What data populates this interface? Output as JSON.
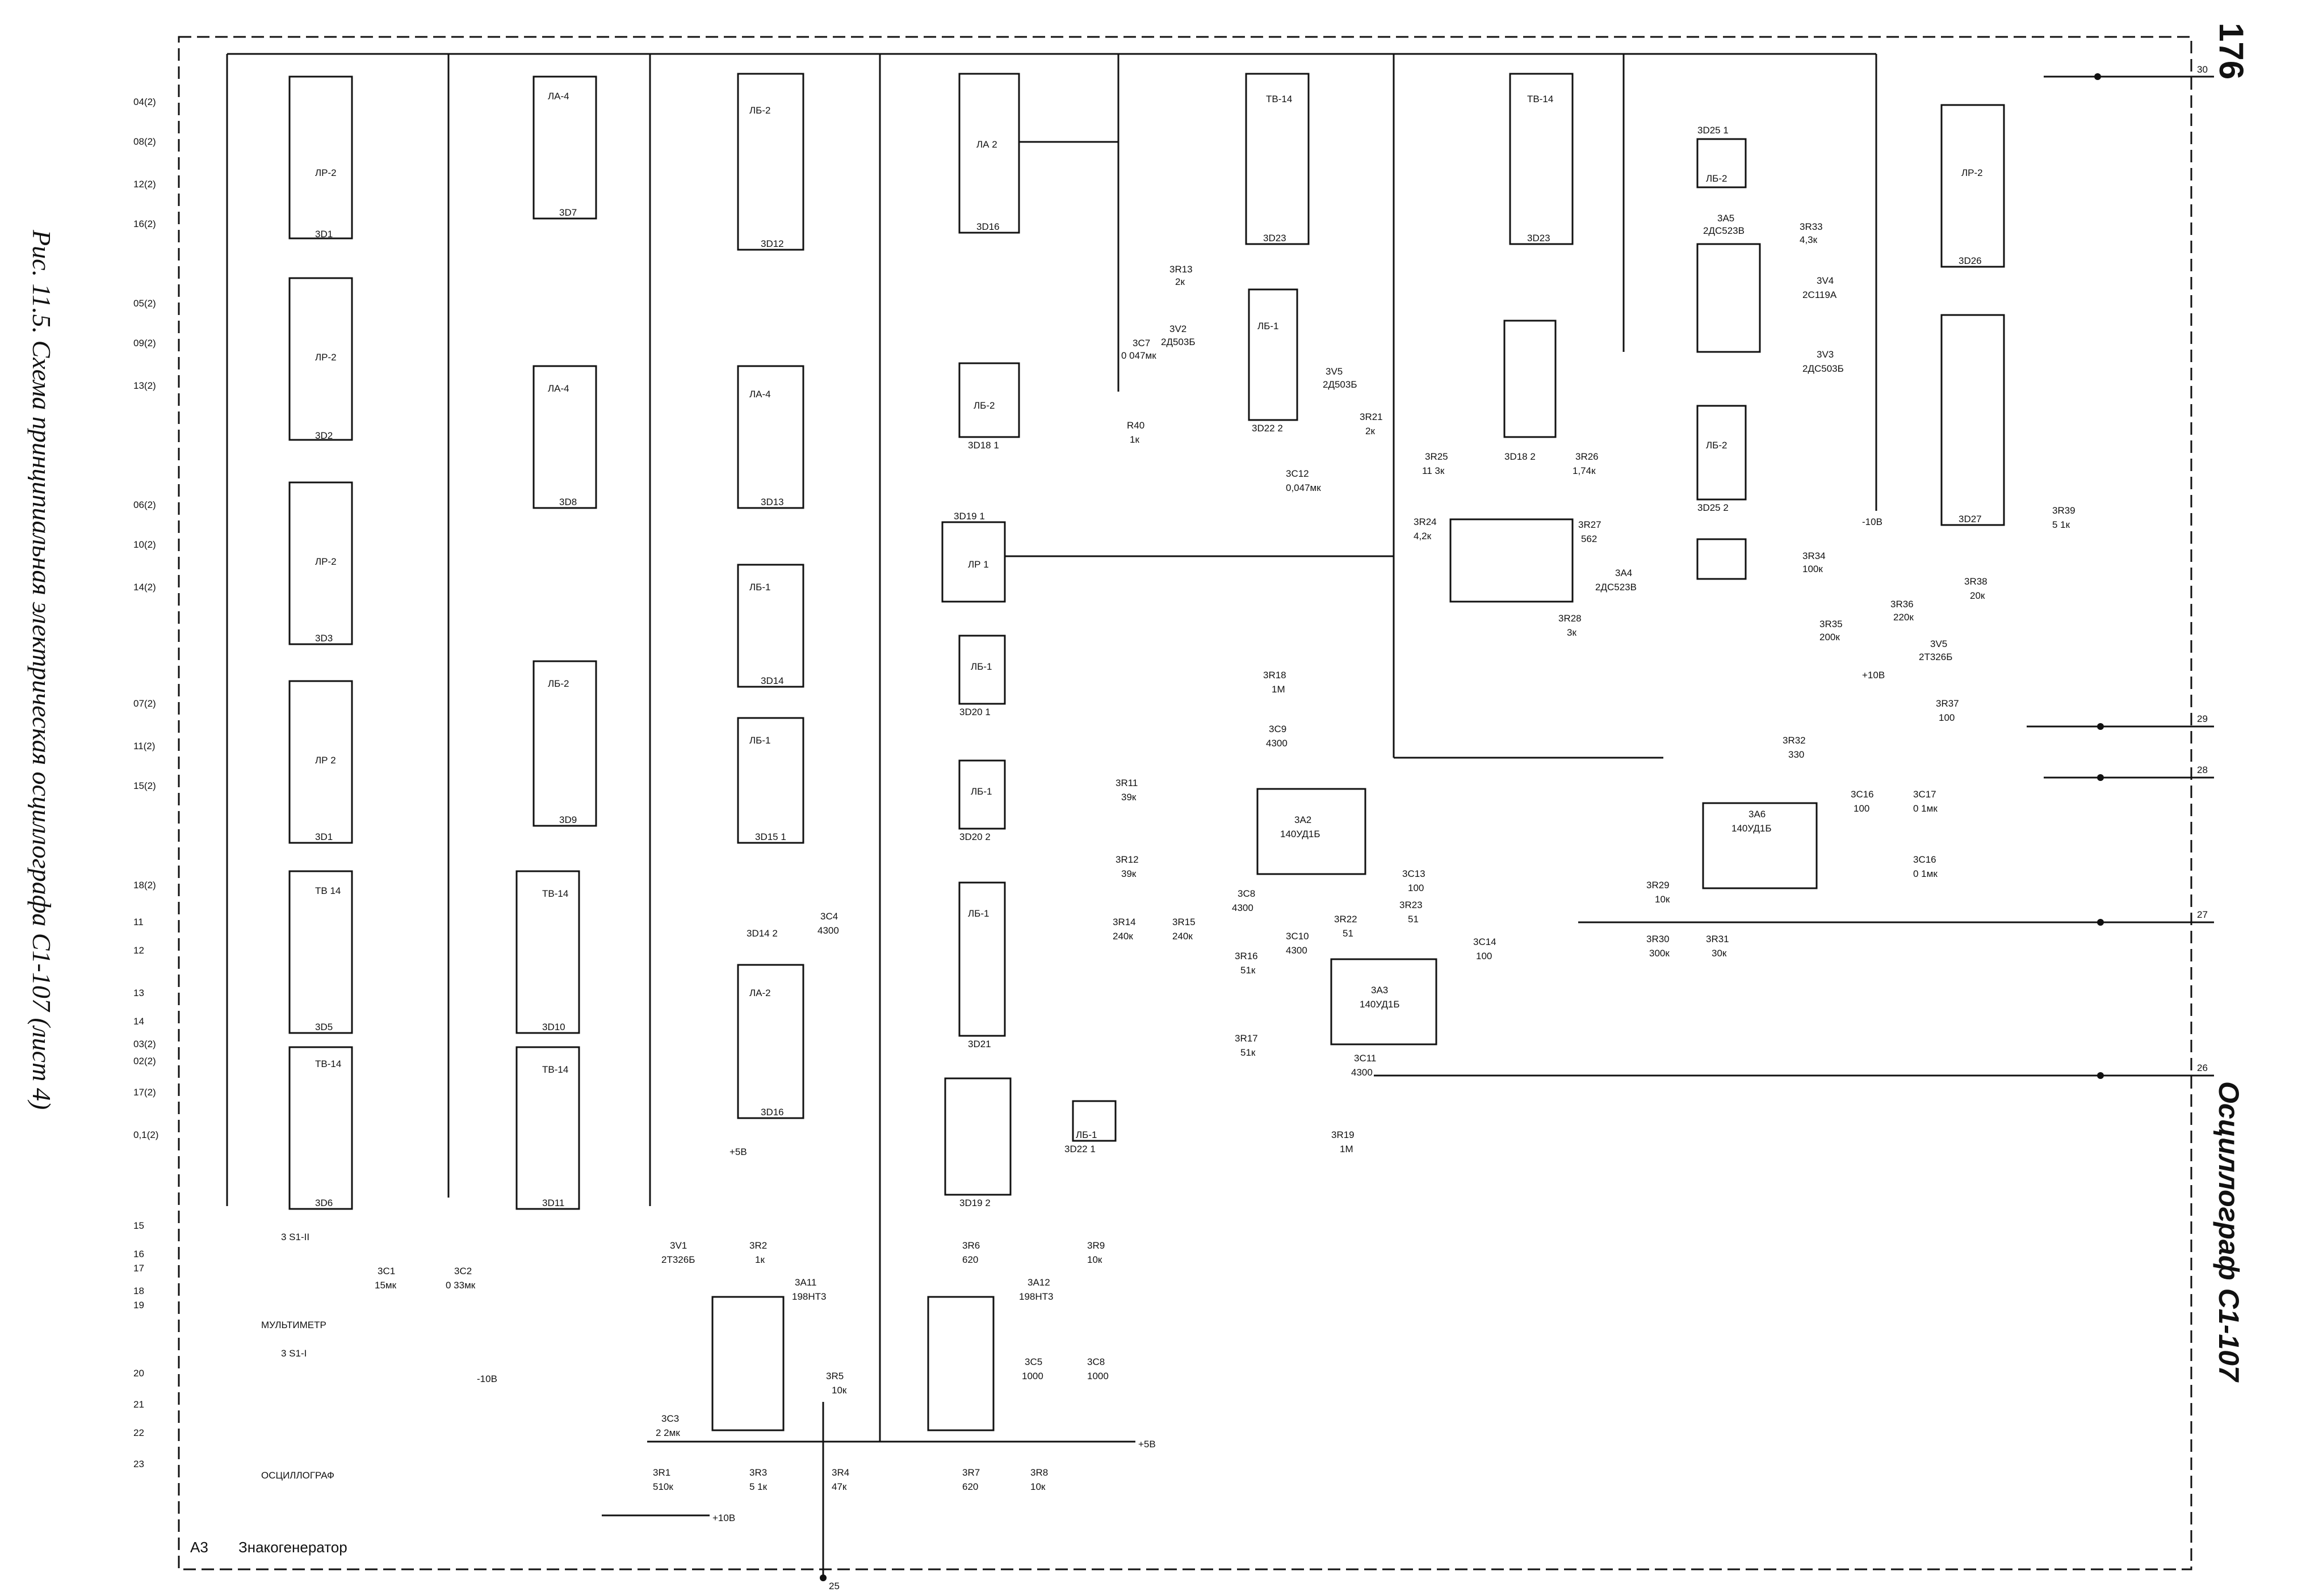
{
  "caption": "Рис. 11.5. Схема принципиальная электрическая осциллографа С1-107 (лист 4)",
  "page_number": "176",
  "side_title": "Осциллограф С1-107",
  "block": {
    "id": "A3",
    "name": "Знакогенератор"
  },
  "gates": [
    {
      "ref": "3D1",
      "type": "ЛР-2"
    },
    {
      "ref": "3D2",
      "type": "ЛР-2"
    },
    {
      "ref": "3D3",
      "type": "ЛР-2"
    },
    {
      "ref": "3D1",
      "type": "ЛР 2"
    },
    {
      "ref": "3D5",
      "type": "ТВ 14"
    },
    {
      "ref": "3D6",
      "type": "ТВ-14"
    },
    {
      "ref": "3D7",
      "type": "ЛА-4"
    },
    {
      "ref": "3D8",
      "type": "ЛА-4"
    },
    {
      "ref": "3D9",
      "type": "ЛБ-2"
    },
    {
      "ref": "3D10",
      "type": "ТВ-14"
    },
    {
      "ref": "3D11",
      "type": "ТВ-14"
    },
    {
      "ref": "3D12",
      "type": "ЛБ-2"
    },
    {
      "ref": "3D13",
      "type": "ЛА-4"
    },
    {
      "ref": "3D14",
      "type": "ЛБ-1"
    },
    {
      "ref": "3D15 1",
      "type": "ЛБ-1"
    },
    {
      "ref": "3D14 2",
      "type": ""
    },
    {
      "ref": "3D16",
      "type": "ЛА-2"
    },
    {
      "ref": "3D16",
      "type": "ЛА 2"
    },
    {
      "ref": "3D18 1",
      "type": "ЛБ-2"
    },
    {
      "ref": "3D19 1",
      "type": "ЛР 1"
    },
    {
      "ref": "3D20 1",
      "type": "ЛБ-1"
    },
    {
      "ref": "3D20 2",
      "type": "ЛБ-1"
    },
    {
      "ref": "3D21",
      "type": "ЛБ-1"
    },
    {
      "ref": "3D19 2",
      "type": ""
    },
    {
      "ref": "3D22 1",
      "type": "ЛБ-1"
    },
    {
      "ref": "3D22 2",
      "type": "ЛБ-1"
    },
    {
      "ref": "3D23",
      "type": "ТВ-14"
    },
    {
      "ref": "3D23",
      "type": "ТВ-14"
    },
    {
      "ref": "3D18 2",
      "type": ""
    },
    {
      "ref": "3D25 1",
      "type": "ЛБ-2"
    },
    {
      "ref": "3D25 2",
      "type": "ЛБ-2"
    },
    {
      "ref": "3D26",
      "type": "ЛР-2"
    },
    {
      "ref": "3D27",
      "type": ""
    }
  ],
  "opamps": [
    {
      "ref": "3A2",
      "type": "140УД1Б"
    },
    {
      "ref": "3A3",
      "type": "140УД1Б"
    },
    {
      "ref": "3A6",
      "type": "140УД1Б"
    },
    {
      "ref": "3A11",
      "type": "198НТ3"
    },
    {
      "ref": "3A12",
      "type": "198НТ3"
    }
  ],
  "diode_arrays": [
    {
      "ref": "3A5",
      "type": "2ДС523В"
    },
    {
      "ref": "3A4",
      "type": "2ДС523В"
    }
  ],
  "resistors": [
    {
      "ref": "3R13",
      "value": "2к"
    },
    {
      "ref": "R40",
      "value": "1к"
    },
    {
      "ref": "3R21",
      "value": "2к"
    },
    {
      "ref": "3R25",
      "value": "11 3к"
    },
    {
      "ref": "3R24",
      "value": "4,2к"
    },
    {
      "ref": "3R26",
      "value": "1,74к"
    },
    {
      "ref": "3R27",
      "value": "562"
    },
    {
      "ref": "3R28",
      "value": "3к"
    },
    {
      "ref": "3R33",
      "value": "4,3к"
    },
    {
      "ref": "3R34",
      "value": "100к"
    },
    {
      "ref": "3R35",
      "value": "200к"
    },
    {
      "ref": "3R36",
      "value": "220к"
    },
    {
      "ref": "3R38",
      "value": "20к"
    },
    {
      "ref": "3R39",
      "value": "5 1к"
    },
    {
      "ref": "3R37",
      "value": "100"
    },
    {
      "ref": "3R18",
      "value": "1М"
    },
    {
      "ref": "3R11",
      "value": "39к"
    },
    {
      "ref": "3R12",
      "value": "39к"
    },
    {
      "ref": "3R14",
      "value": "240к"
    },
    {
      "ref": "3R15",
      "value": "240к"
    },
    {
      "ref": "3R22",
      "value": "51"
    },
    {
      "ref": "3R16",
      "value": "51к"
    },
    {
      "ref": "3R17",
      "value": "51к"
    },
    {
      "ref": "3R23",
      "value": "51"
    },
    {
      "ref": "3R19",
      "value": "1М"
    },
    {
      "ref": "3R32",
      "value": "330"
    },
    {
      "ref": "3R29",
      "value": "10к"
    },
    {
      "ref": "3R30",
      "value": "300к"
    },
    {
      "ref": "3R31",
      "value": "30к"
    },
    {
      "ref": "3R2",
      "value": "1к"
    },
    {
      "ref": "3R1",
      "value": "510к"
    },
    {
      "ref": "3R3",
      "value": "5 1к"
    },
    {
      "ref": "3R5",
      "value": "10к"
    },
    {
      "ref": "3R4",
      "value": "47к"
    },
    {
      "ref": "3R6",
      "value": "620"
    },
    {
      "ref": "3R7",
      "value": "620"
    },
    {
      "ref": "3R9",
      "value": "10к"
    },
    {
      "ref": "3R8",
      "value": "10к"
    }
  ],
  "capacitors": [
    {
      "ref": "3C7",
      "value": "0 047мк"
    },
    {
      "ref": "3C12",
      "value": "0,047мк"
    },
    {
      "ref": "3C9",
      "value": "4300"
    },
    {
      "ref": "3C8",
      "value": "4300"
    },
    {
      "ref": "3C13",
      "value": "100"
    },
    {
      "ref": "3C10",
      "value": "4300"
    },
    {
      "ref": "3C14",
      "value": "100"
    },
    {
      "ref": "3C11",
      "value": "4300"
    },
    {
      "ref": "3C16",
      "value": "100"
    },
    {
      "ref": "3C17",
      "value": "0 1мк"
    },
    {
      "ref": "3C16",
      "value": "0 1мк"
    },
    {
      "ref": "3C4",
      "value": "4300"
    },
    {
      "ref": "3C1",
      "value": "15мк"
    },
    {
      "ref": "3C2",
      "value": "0 33мк"
    },
    {
      "ref": "3C3",
      "value": "2 2мк"
    },
    {
      "ref": "3C5",
      "value": "1000"
    },
    {
      "ref": "3C8",
      "value": "1000"
    }
  ],
  "semis": [
    {
      "ref": "3V2",
      "type": "2Д503Б"
    },
    {
      "ref": "3V5",
      "type": "2Д503Б"
    },
    {
      "ref": "3V4",
      "type": "2С119А"
    },
    {
      "ref": "3V3",
      "type": "2ДС503Б"
    },
    {
      "ref": "3V5",
      "type": "2Т326Б"
    },
    {
      "ref": "3V1",
      "type": "2Т326Б"
    }
  ],
  "switches": [
    {
      "ref": "3 S1-II",
      "label": "МУЛЬТИМЕТР"
    },
    {
      "ref": "3 S1-I",
      "label": "ОСЦИЛЛОГРАФ"
    }
  ],
  "inputs_left": [
    "04(2)",
    "08(2)",
    "12(2)",
    "16(2)",
    "05(2)",
    "09(2)",
    "13(2)",
    "06(2)",
    "10(2)",
    "14(2)",
    "07(2)",
    "11(2)",
    "15(2)",
    "18(2)",
    "11",
    "12",
    "13",
    "14",
    "03(2)",
    "02(2)",
    "17(2)",
    "0,1(2)",
    "15",
    "16",
    "17",
    "18",
    "19",
    "20",
    "21",
    "22",
    "23"
  ],
  "outputs_right": [
    "30",
    "29",
    "28",
    "27",
    "26"
  ],
  "supplies": [
    "+5В",
    "-10В",
    "+10В",
    "+5В",
    "+10В",
    "-10В"
  ],
  "bottom_output": "25",
  "colors": {
    "line": "#111111",
    "paper": "#ffffff"
  }
}
